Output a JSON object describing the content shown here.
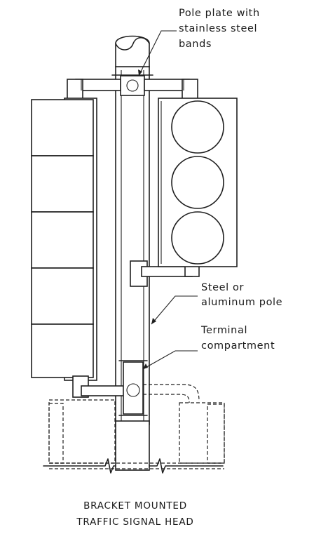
{
  "labels": {
    "pole_plate": [
      "Pole plate with",
      "stainless steel",
      "bands"
    ],
    "pole": [
      "Steel or",
      "aluminum pole"
    ],
    "terminal": [
      "Terminal",
      "compartment"
    ]
  },
  "caption": [
    "BRACKET MOUNTED",
    "TRAFFIC SIGNAL HEAD"
  ],
  "signal_heads": {
    "left_sections": 5,
    "right_sections": 3
  }
}
